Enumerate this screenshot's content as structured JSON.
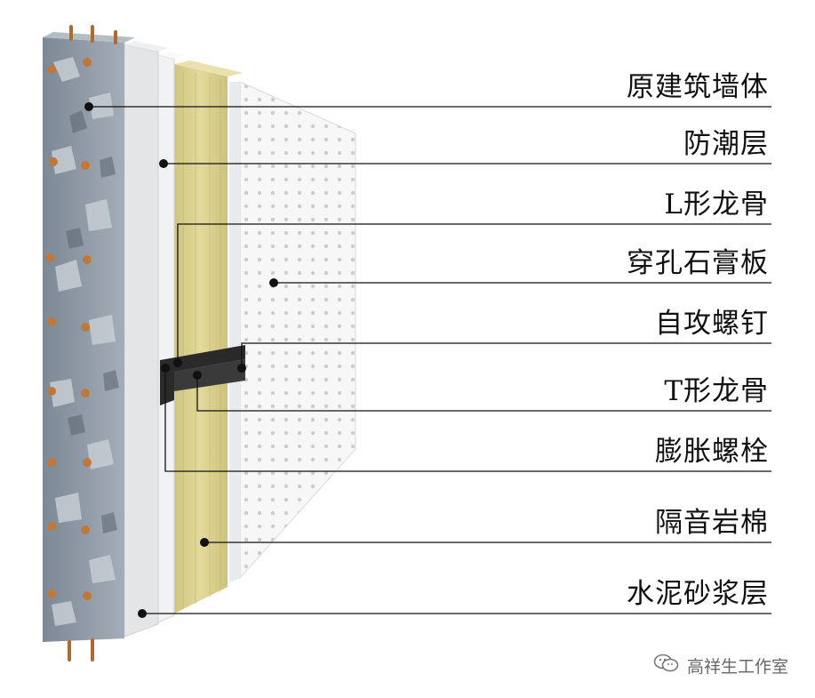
{
  "labels": {
    "wall": "原建筑墙体",
    "moisture": "防潮层",
    "l_keel": "L形龙骨",
    "perforated_board": "穿孔石膏板",
    "self_tapping_screw": "自攻螺钉",
    "t_keel": "T形龙骨",
    "expansion_bolt": "膨胀螺栓",
    "rock_wool": "隔音岩棉",
    "mortar": "水泥砂浆层"
  },
  "watermark": {
    "text": "高祥生工作室",
    "icon": "wechat-icon"
  },
  "colors": {
    "concrete": "#8f9aa6",
    "aggregate": "#c6cdd4",
    "rebar": "#c07838",
    "mortar": "#e3e5e7",
    "moisture": "#f1f2f3",
    "rock_wool": "#d8cf8e",
    "gypsum_board": "#f7f7f7",
    "keel": "#2a2a2a",
    "leader_line": "#111111"
  }
}
